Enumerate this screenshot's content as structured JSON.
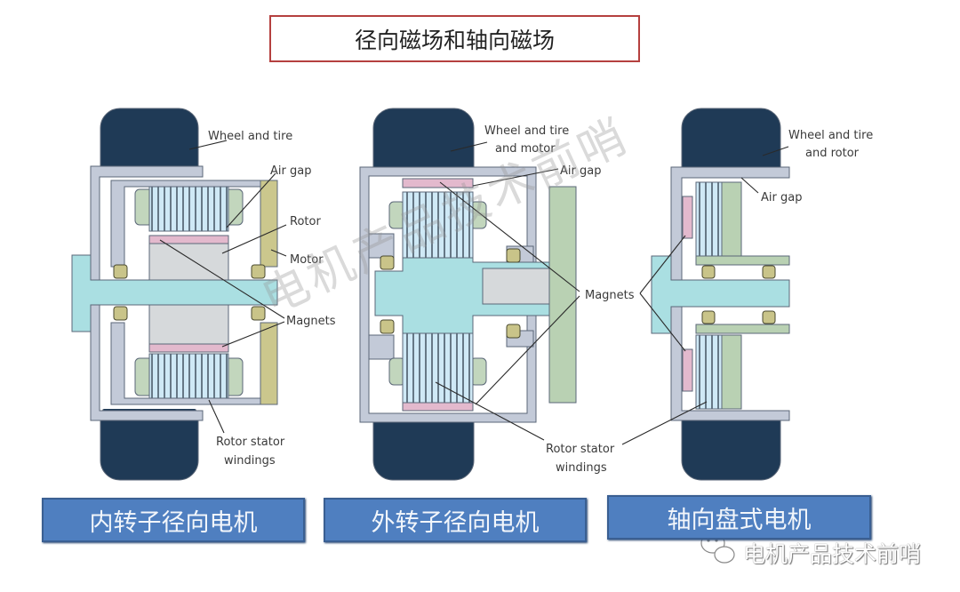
{
  "title": "径向磁场和轴向磁场",
  "diagrams": [
    {
      "caption": "内转子径向电机",
      "labels": {
        "wheel": "Wheel and tire",
        "air_gap": "Air gap",
        "rotor": "Rotor",
        "motor": "Motor",
        "magnets": "Magnets",
        "windings_1": "Rotor stator",
        "windings_2": "windings"
      }
    },
    {
      "caption": "外转子径向电机",
      "labels": {
        "wheel_1": "Wheel and tire",
        "wheel_2": "and motor",
        "air_gap": "Air gap",
        "magnets": "Magnets",
        "windings_1": "Rotor stator",
        "windings_2": "windings"
      }
    },
    {
      "caption": "轴向盘式电机",
      "labels": {
        "wheel_1": "Wheel and tire",
        "wheel_2": "and rotor",
        "air_gap": "Air gap"
      }
    }
  ],
  "watermark": "电机产品技术前哨",
  "footer_brand": "电机产品技术前哨",
  "colors": {
    "tire": "#1f3a56",
    "housing": "#c3cad8",
    "stator": "#cfe9f6",
    "coil_end": "#c2d6bd",
    "magnet": "#e3b9cd",
    "rotor": "#d6d9db",
    "shaft": "#aadfe2",
    "motor_plate": "#cbc78d",
    "caption_bg": "#4f7fc0",
    "title_border": "#b5403f"
  }
}
